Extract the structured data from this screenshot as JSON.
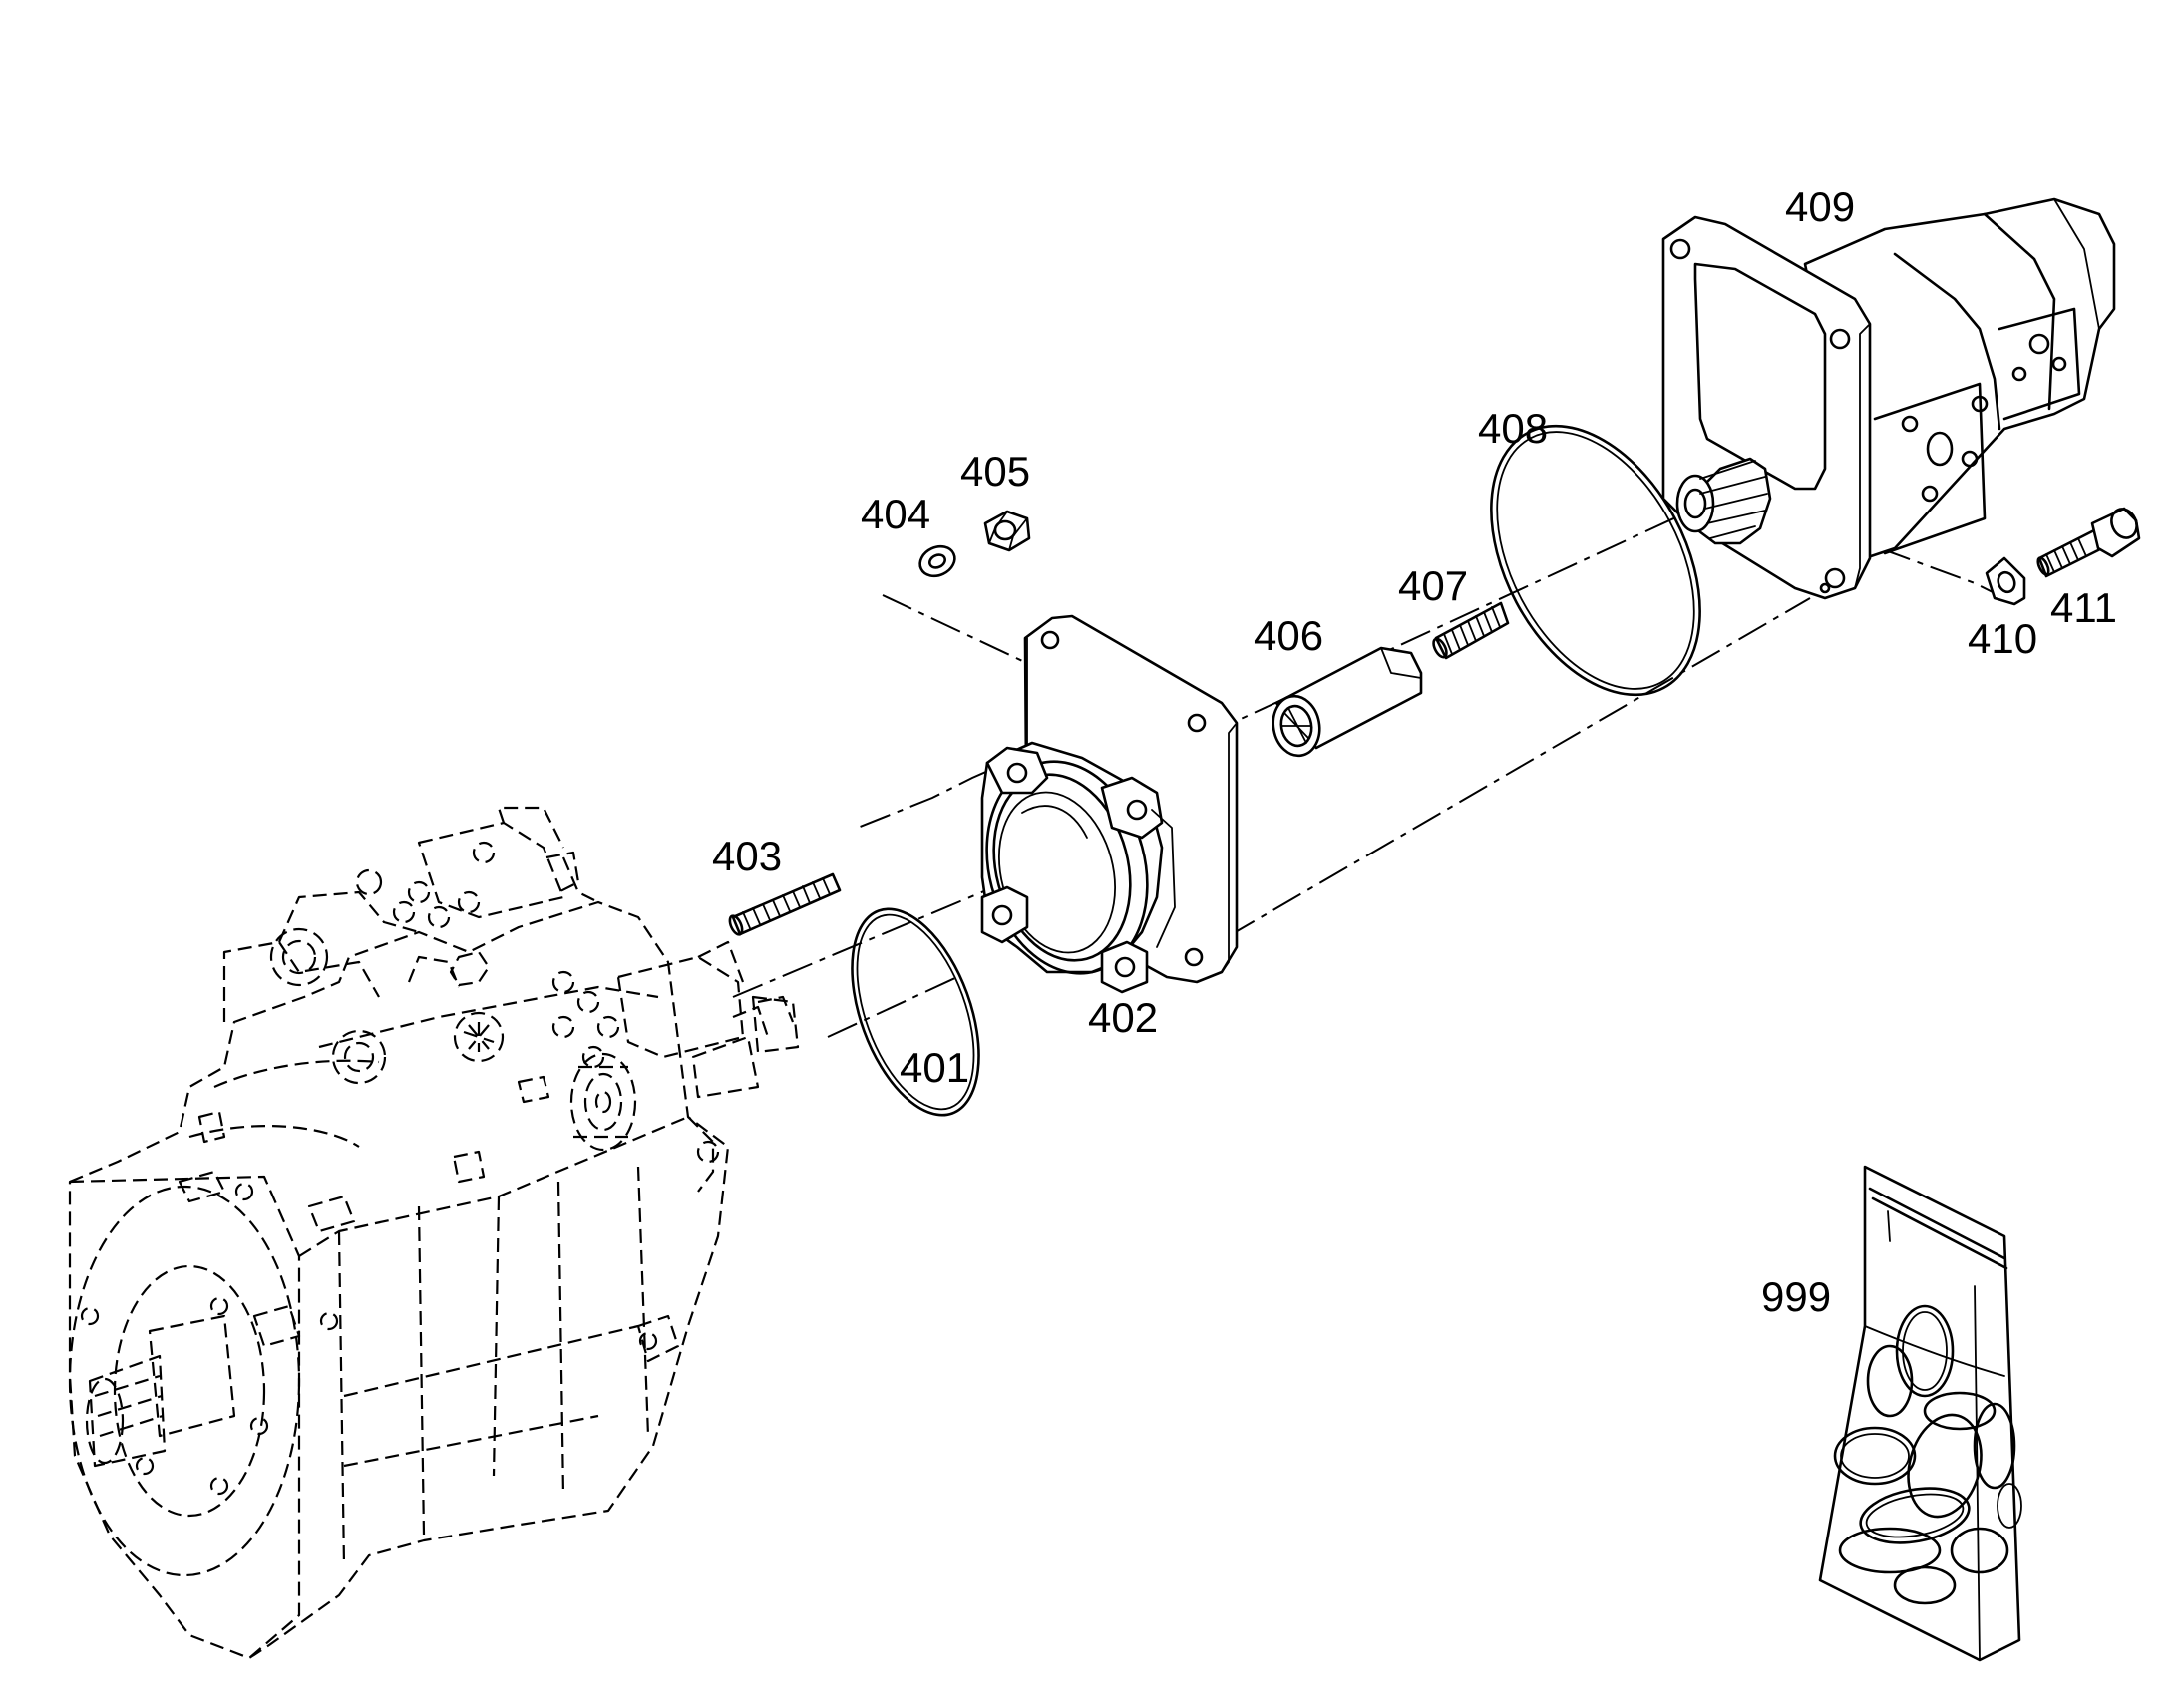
{
  "callouts": [
    {
      "id": "401",
      "text": "401"
    },
    {
      "id": "402",
      "text": "402"
    },
    {
      "id": "403",
      "text": "403"
    },
    {
      "id": "404",
      "text": "404"
    },
    {
      "id": "405",
      "text": "405"
    },
    {
      "id": "406",
      "text": "406"
    },
    {
      "id": "407",
      "text": "407"
    },
    {
      "id": "408",
      "text": "408"
    },
    {
      "id": "409",
      "text": "409"
    },
    {
      "id": "410",
      "text": "410"
    },
    {
      "id": "411",
      "text": "411"
    },
    {
      "id": "999",
      "text": "999"
    }
  ]
}
